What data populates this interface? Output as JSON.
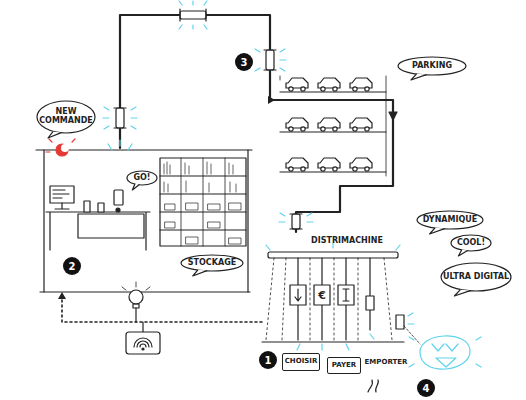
{
  "diagram": {
    "nodes": [
      {
        "text": [
          "STOCKAGE"
        ]
      },
      {
        "text": [
          "GO!"
        ],
        "in": 0
      },
      {
        "text": [
          "NEW COMMANDE"
        ]
      },
      {
        "text": [
          "PARKING"
        ]
      },
      {
        "text": [
          "DISTRIMACHINE"
        ]
      },
      {
        "text": [
          "DYNAMIQUE"
        ]
      },
      {
        "text": [
          "COOL!"
        ]
      },
      {
        "text": [
          "ULTRA DIGITAL"
        ]
      },
      {
        "text": [
          "CHOISIR"
        ]
      },
      {
        "text": [
          "PAYER"
        ]
      }
    ],
    "edges": [
      {
        "from": 0,
        "to": 3,
        "arrow": "to"
      },
      {
        "from": 3,
        "to": 4,
        "arrow": "to"
      },
      {
        "from": 4,
        "to": 0,
        "arrow": "to"
      }
    ],
    "labels": [
      "1",
      "2",
      "3",
      "4",
      "EMPORTER",
      "€"
    ]
  }
}
